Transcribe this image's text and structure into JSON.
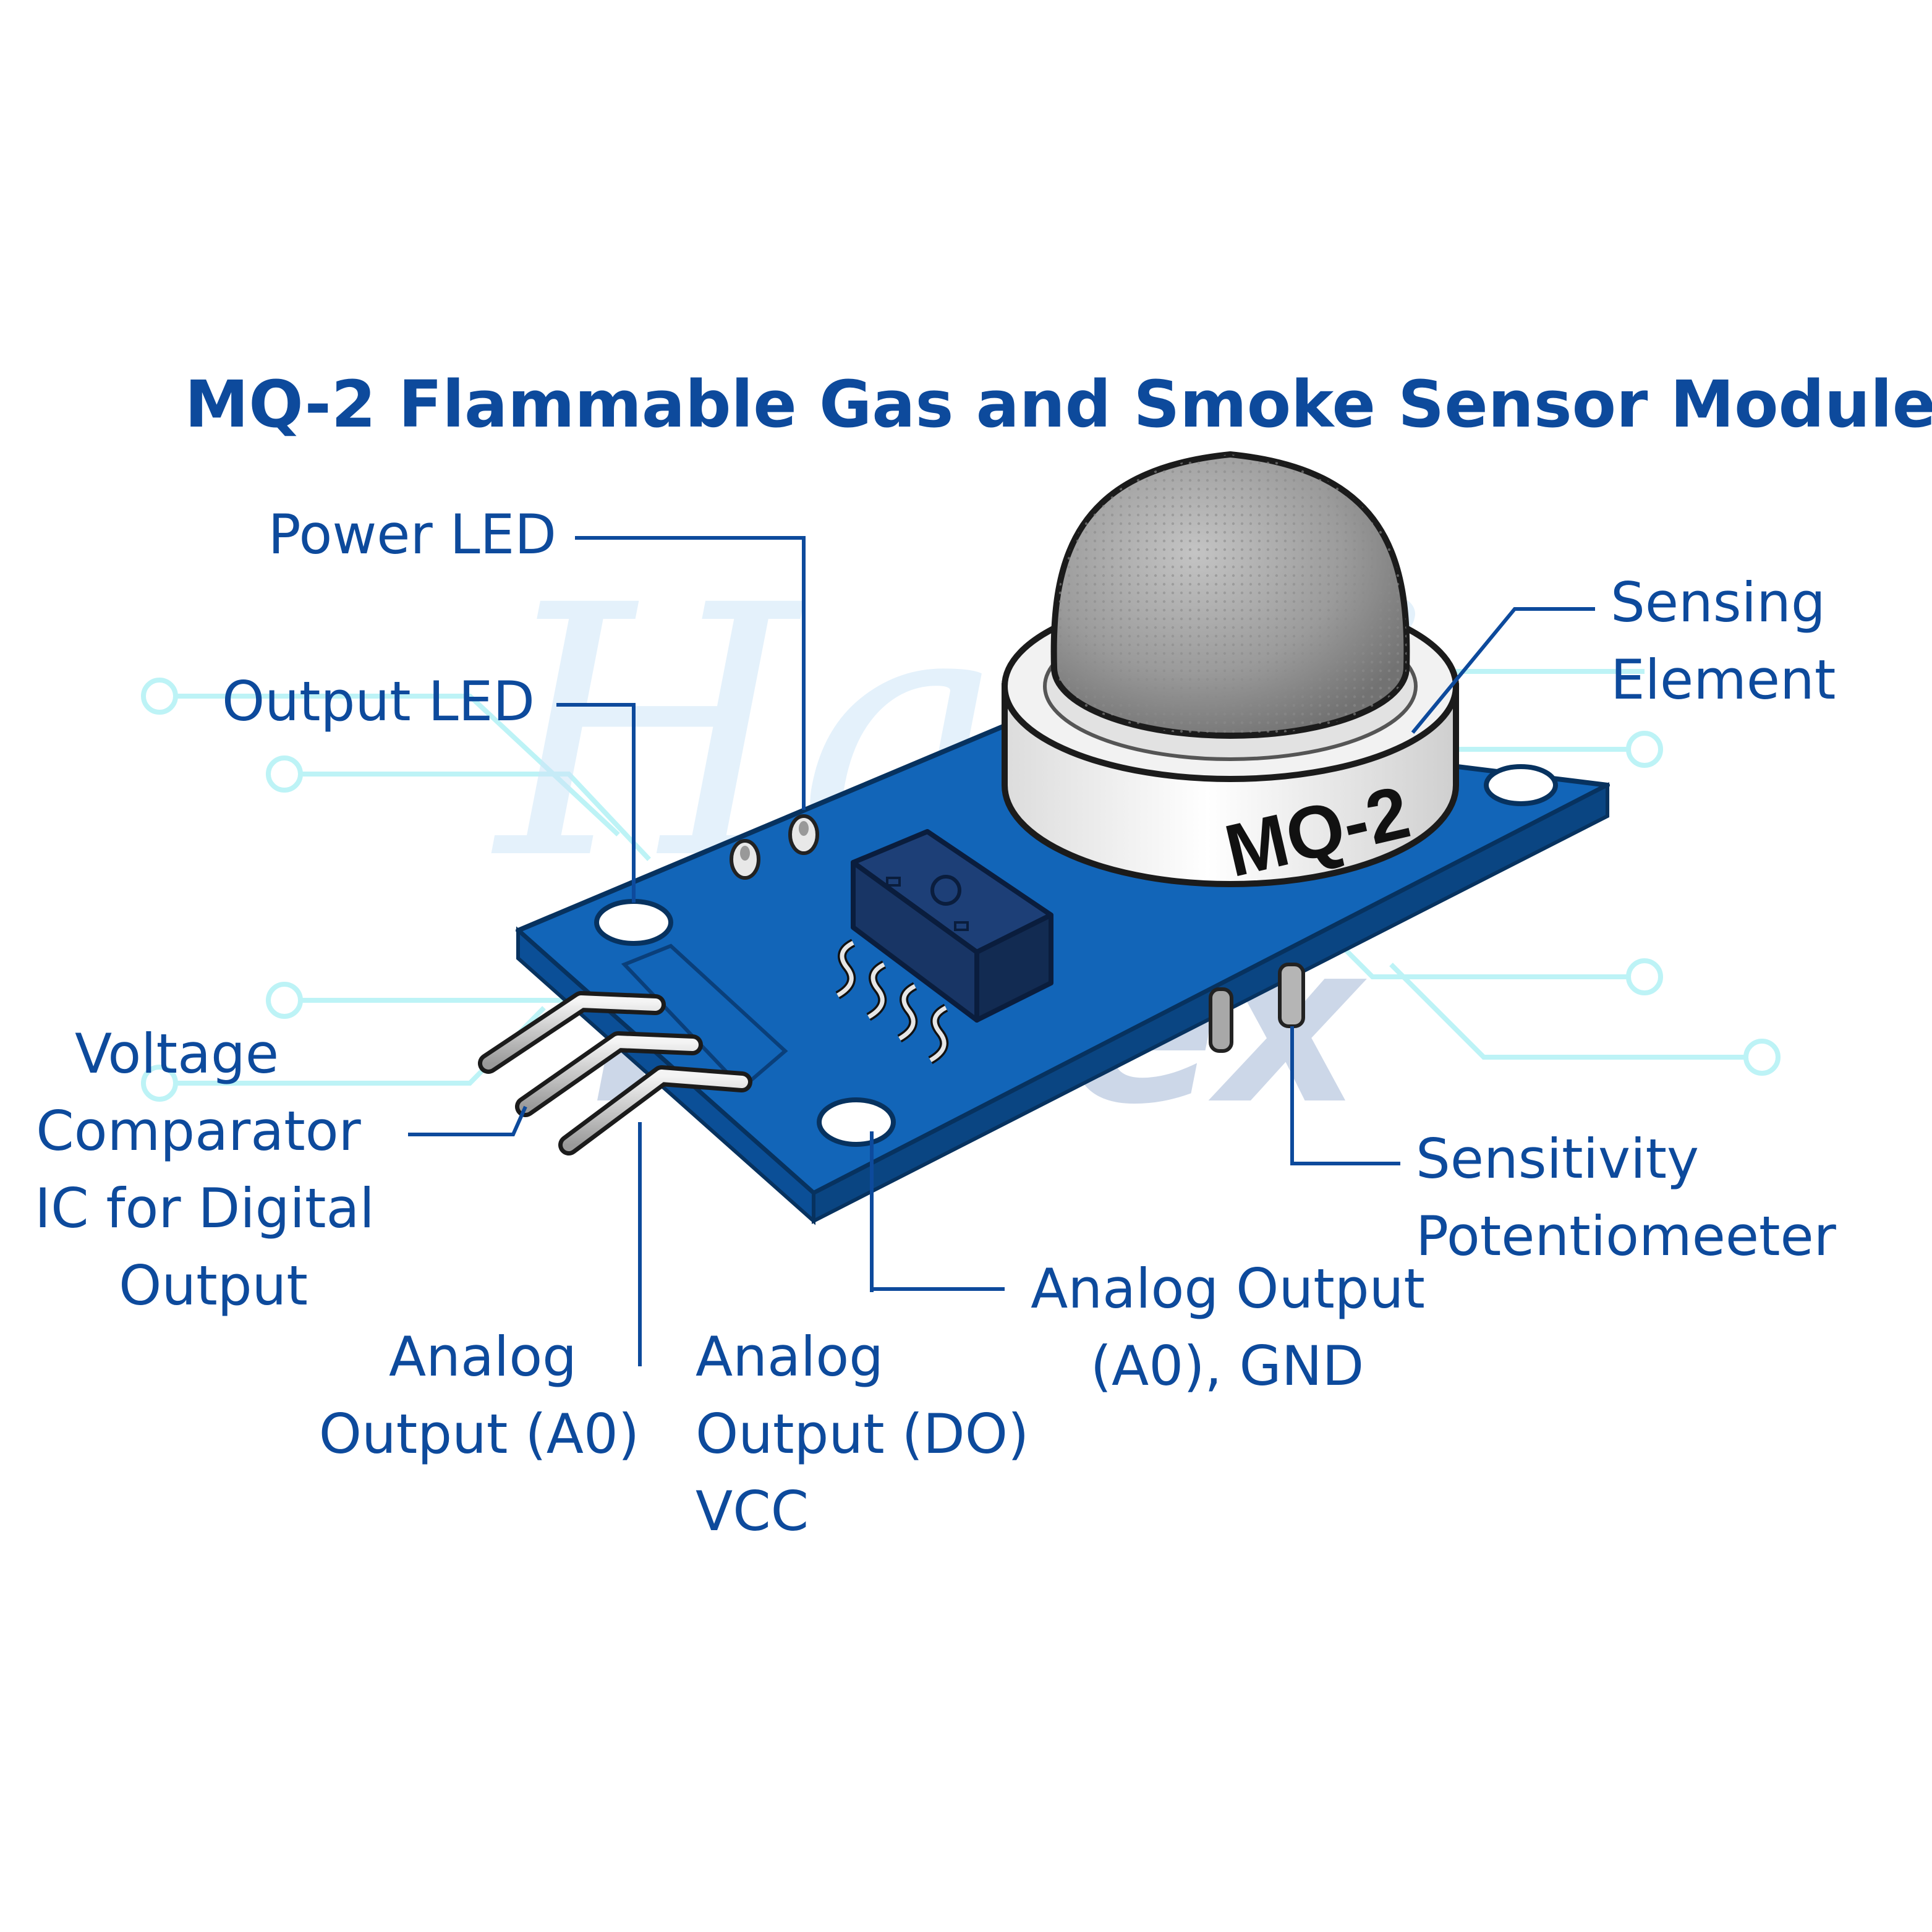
{
  "title": "MQ-2 Flammable Gas and Smoke Sensor Module",
  "sensor_marking": "MQ-2",
  "watermark": {
    "line1": "Hasti",
    "line2": "Impex"
  },
  "labels": {
    "power_led": "Power LED",
    "output_led": "Output LED",
    "sensing_element": [
      "Sensing",
      "Element"
    ],
    "voltage_comparator": [
      "Voltage",
      "Comparator",
      "IC for Digital",
      "Output"
    ],
    "analog_output_a0": [
      "Analog",
      "Output (A0)"
    ],
    "analog_output_do_vcc": [
      "Analog",
      "Output (DO)",
      "VCC"
    ],
    "analog_output_a0_gnd": [
      "Analog Output",
      "(A0), GND"
    ],
    "sensitivity_pot": [
      "Sensitivity",
      "Potentiomeeter"
    ]
  },
  "colors": {
    "label_text": "#0d4a9c",
    "pcb": "#1265b8",
    "pcb_edge": "#0a4a8e",
    "sensor_cap": "#9b9b9b",
    "sensor_base": "#f2f2f2",
    "circuit_trace": "#bdf3f6"
  }
}
